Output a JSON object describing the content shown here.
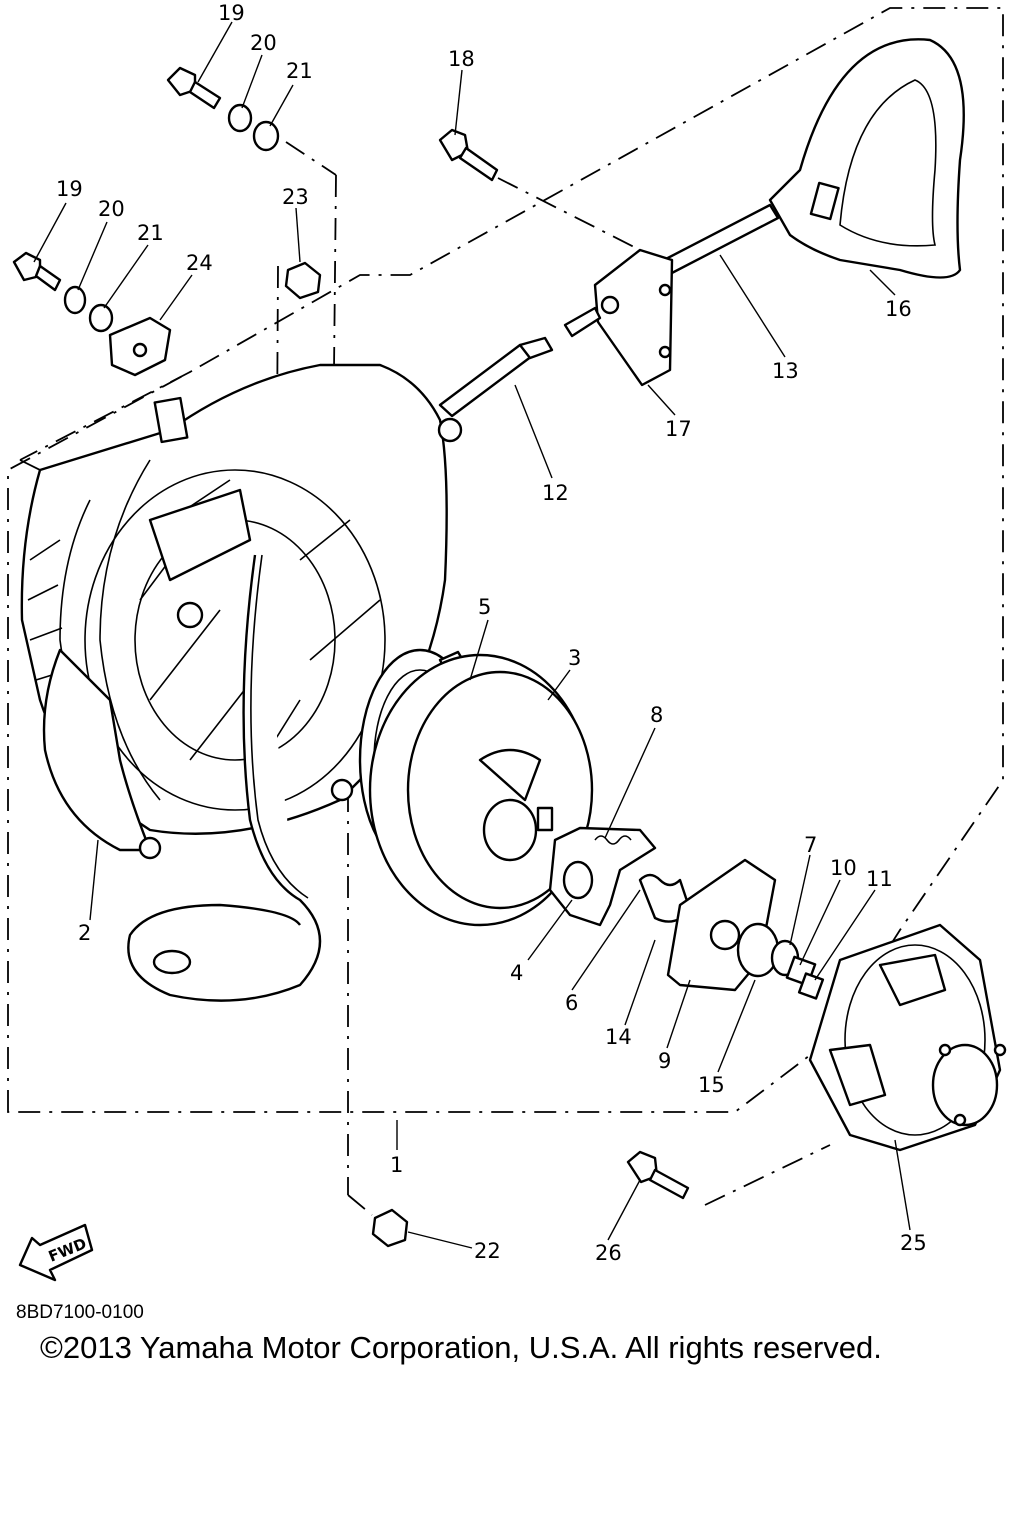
{
  "diagram": {
    "drawing_code": "8BD7100-0100",
    "copyright": "©2013 Yamaha Motor Corporation, U.S.A. All rights reserved.",
    "fwd_label": "FWD",
    "callouts": [
      "1",
      "2",
      "3",
      "4",
      "5",
      "6",
      "7",
      "8",
      "9",
      "10",
      "11",
      "12",
      "13",
      "14",
      "15",
      "16",
      "17",
      "18",
      "19",
      "20",
      "21",
      "22",
      "23",
      "24",
      "25",
      "26",
      "19",
      "20",
      "21"
    ]
  }
}
